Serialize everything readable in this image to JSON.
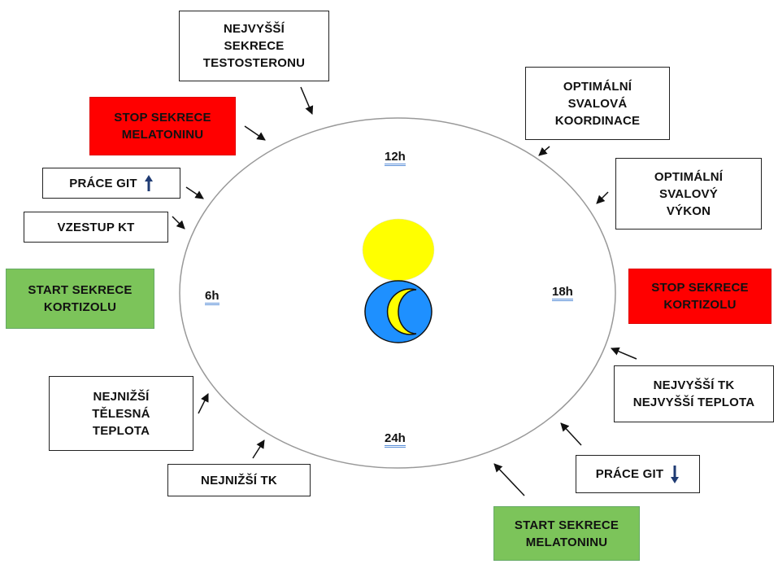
{
  "labels": {
    "testosteron": "NEJVYŠŠÍ\nSEKRECE\nTESTOSTERONU",
    "stop_melatonin": "STOP SEKRECE\nMELATONINU",
    "prace_git_up": "PRÁCE GIT",
    "vzestup_kt": "VZESTUP KT",
    "start_kortizol": "START SEKRECE\nKORTIZOLU",
    "nejnizsi_teplota": "NEJNIŽŠÍ\nTĚLESNÁ\nTEPLOTA",
    "nejnizsi_tk": "NEJNIŽŠÍ TK",
    "koordinace": "OPTIMÁLNÍ\nSVALOVÁ\nKOORDINACE",
    "vykon": "OPTIMÁLNÍ\nSVALOVÝ\nVÝKON",
    "stop_kortizol": "STOP SEKRECE\nKORTIZOLU",
    "nejvyssi_tk": "NEJVYŠŠÍ TK\nNEJVYŠŠÍ TEPLOTA",
    "prace_git_down": "PRÁCE GIT",
    "start_melatonin": "START SEKRECE\nMELATONINU"
  },
  "hours": {
    "h12": "12h",
    "h6": "6h",
    "h18": "18h",
    "h24": "24h"
  },
  "colors": {
    "red": "#ff0000",
    "green": "#7cc45a",
    "sun": "#ffff00",
    "moon_bg": "#1e90ff",
    "moon": "#ffff00",
    "git_arrow": "#1f3b73"
  },
  "icons": {
    "sun": "sun-icon",
    "moon": "moon-icon",
    "up_arrow": "arrow-up-icon",
    "down_arrow": "arrow-down-icon"
  }
}
